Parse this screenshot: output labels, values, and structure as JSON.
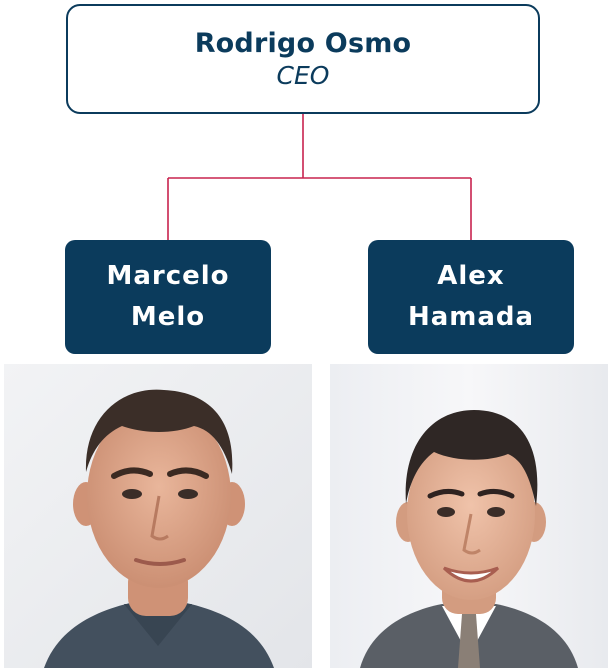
{
  "ceo": {
    "name": "Rodrigo Osmo",
    "role": "CEO"
  },
  "reports": [
    {
      "name": "Marcelo\nMelo",
      "photo_icon": "person-photo"
    },
    {
      "name": "Alex\nHamada",
      "photo_icon": "person-photo"
    }
  ],
  "colors": {
    "box_navy": "#0b3b5c",
    "connector": "#c8234e",
    "text_on_box": "#ffffff"
  }
}
